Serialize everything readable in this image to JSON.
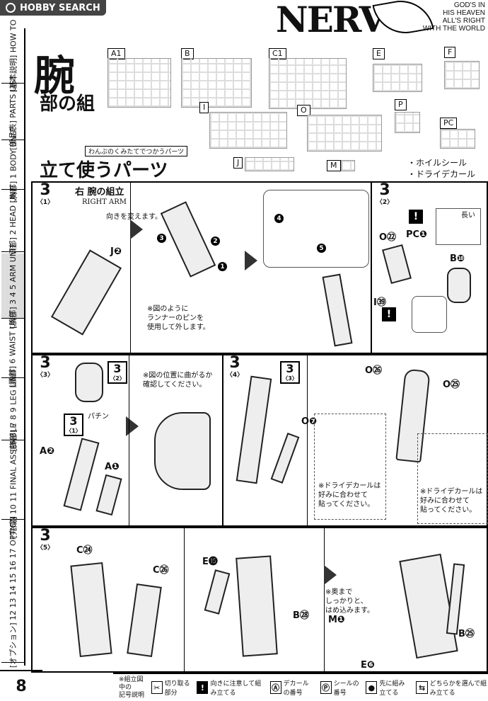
{
  "watermark": "HOBBY SEARCH",
  "header": {
    "logo": "NERV",
    "motto": [
      "GOD'S IN",
      "HIS HEAVEN",
      "ALL'S RIGHT",
      "WITH THE WORLD"
    ]
  },
  "nav": [
    {
      "label": "[基本説明] HOW TO"
    },
    {
      "label": "[部品表] PARTS LIST"
    },
    {
      "label": "[胸部] 1 BODY UNIT"
    },
    {
      "label": "[頭部] 2 HEAD UNIT"
    },
    {
      "label": "[腕部] 3 4 5 ARM UNIT"
    },
    {
      "label": "[腰部] 6 WAIST UNIT"
    },
    {
      "label": "[脚部] 7 8 9 LEG UNIT"
    },
    {
      "label": "[完成] 10 11 FINAL ASSEMBLE"
    },
    {
      "label": "[オプション] 12 13 14 15 16 17 OPTION"
    }
  ],
  "page_number": "8",
  "title": {
    "kanji": "腕",
    "sub": "部の組",
    "main": "立て使うパーツ",
    "ruby": "わんぶのくみたてでつかうパーツ"
  },
  "parts": [
    "A1",
    "B",
    "C1",
    "E",
    "F",
    "I",
    "O",
    "P",
    "PC",
    "J",
    "M"
  ],
  "decals": [
    "・ホイルシール",
    "・ドライデカール"
  ],
  "step1": {
    "badge": "3",
    "sub": "〈1〉",
    "title": "右 腕の組立",
    "title_en": "RIGHT ARM",
    "note_top": "向きを変えます。",
    "note_runner": [
      "※図のように",
      "ランナーのピンを",
      "使用して外します。"
    ],
    "label_j": "J❷"
  },
  "step2": {
    "badge": "3",
    "sub": "〈2〉",
    "labels": [
      "O㉒",
      "PC❶",
      "B❿",
      "I㊴"
    ],
    "note_long": "長い"
  },
  "step3": {
    "badge": "3",
    "sub": "〈3〉",
    "ref": "3",
    "ref_sub": "〈2〉",
    "ref2": "3",
    "ref2_sub": "〈1〉",
    "snap": "パチン",
    "labels": [
      "A❷",
      "A❶"
    ],
    "note": [
      "※図の位置に曲がるか",
      "確認してください。"
    ]
  },
  "step4": {
    "badge": "3",
    "sub": "〈4〉",
    "ref": "3",
    "ref_sub": "〈3〉",
    "labels": [
      "O❼",
      "O㉖",
      "O㉕"
    ],
    "decal_note_left": [
      "※ドライデカールは",
      "好みに合わせて",
      "貼ってください。"
    ],
    "decal_note_right": [
      "※ドライデカールは",
      "好みに合わせて",
      "貼ってください。"
    ]
  },
  "step5": {
    "badge": "3",
    "sub": "〈5〉",
    "labels": [
      "C㉔",
      "C㉖",
      "E⓯",
      "B㉘",
      "M❶",
      "E❻",
      "B㉕"
    ],
    "note": [
      "※奥まで",
      "しっかりと、",
      "はめ込みます。"
    ]
  },
  "legend": {
    "title": [
      "※組立図中の",
      "記号説明"
    ],
    "items": [
      {
        "sym": "✂",
        "text": "切り取る部分"
      },
      {
        "sym": "!",
        "text": "向きに注意して組み立てる"
      },
      {
        "sym": "Ⓐ",
        "text": "デカールの番号"
      },
      {
        "sym": "Ⓟ",
        "text": "シールの番号"
      },
      {
        "sym": "●",
        "text": "先に組み立てる"
      },
      {
        "sym": "⇆",
        "text": "どちらかを選んで組み立てる"
      }
    ]
  }
}
